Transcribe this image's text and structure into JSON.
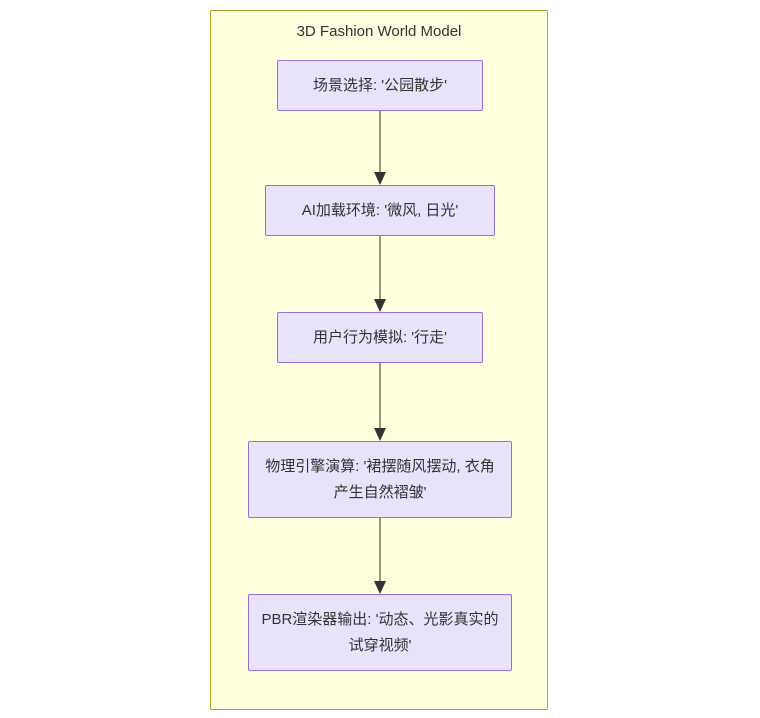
{
  "diagram": {
    "type": "flowchart",
    "direction": "top-to-bottom",
    "subgraph": {
      "title": "3D Fashion World Model",
      "fill_color": "#ffffde",
      "border_color": "#aaaa33"
    },
    "node_style": {
      "fill_color": "#e8e2fb",
      "border_color": "#9370db",
      "text_color": "#333333"
    },
    "edge_style": {
      "line_color": "#999977",
      "arrowhead_color": "#333333"
    },
    "nodes": [
      {
        "id": "n1",
        "label": "场景选择: '公园散步'"
      },
      {
        "id": "n2",
        "label": "AI加载环境: '微风, 日光'"
      },
      {
        "id": "n3",
        "label": "用户行为模拟: '行走'"
      },
      {
        "id": "n4",
        "label": "物理引擎演算: '裙摆随风摆动, 衣角产生自然褶皱'"
      },
      {
        "id": "n5",
        "label": "PBR渲染器输出: '动态、光影真实的试穿视频'"
      }
    ],
    "edges": [
      {
        "from": "n1",
        "to": "n2",
        "label": ""
      },
      {
        "from": "n2",
        "to": "n3",
        "label": ""
      },
      {
        "from": "n3",
        "to": "n4",
        "label": ""
      },
      {
        "from": "n4",
        "to": "n5",
        "label": ""
      }
    ]
  }
}
